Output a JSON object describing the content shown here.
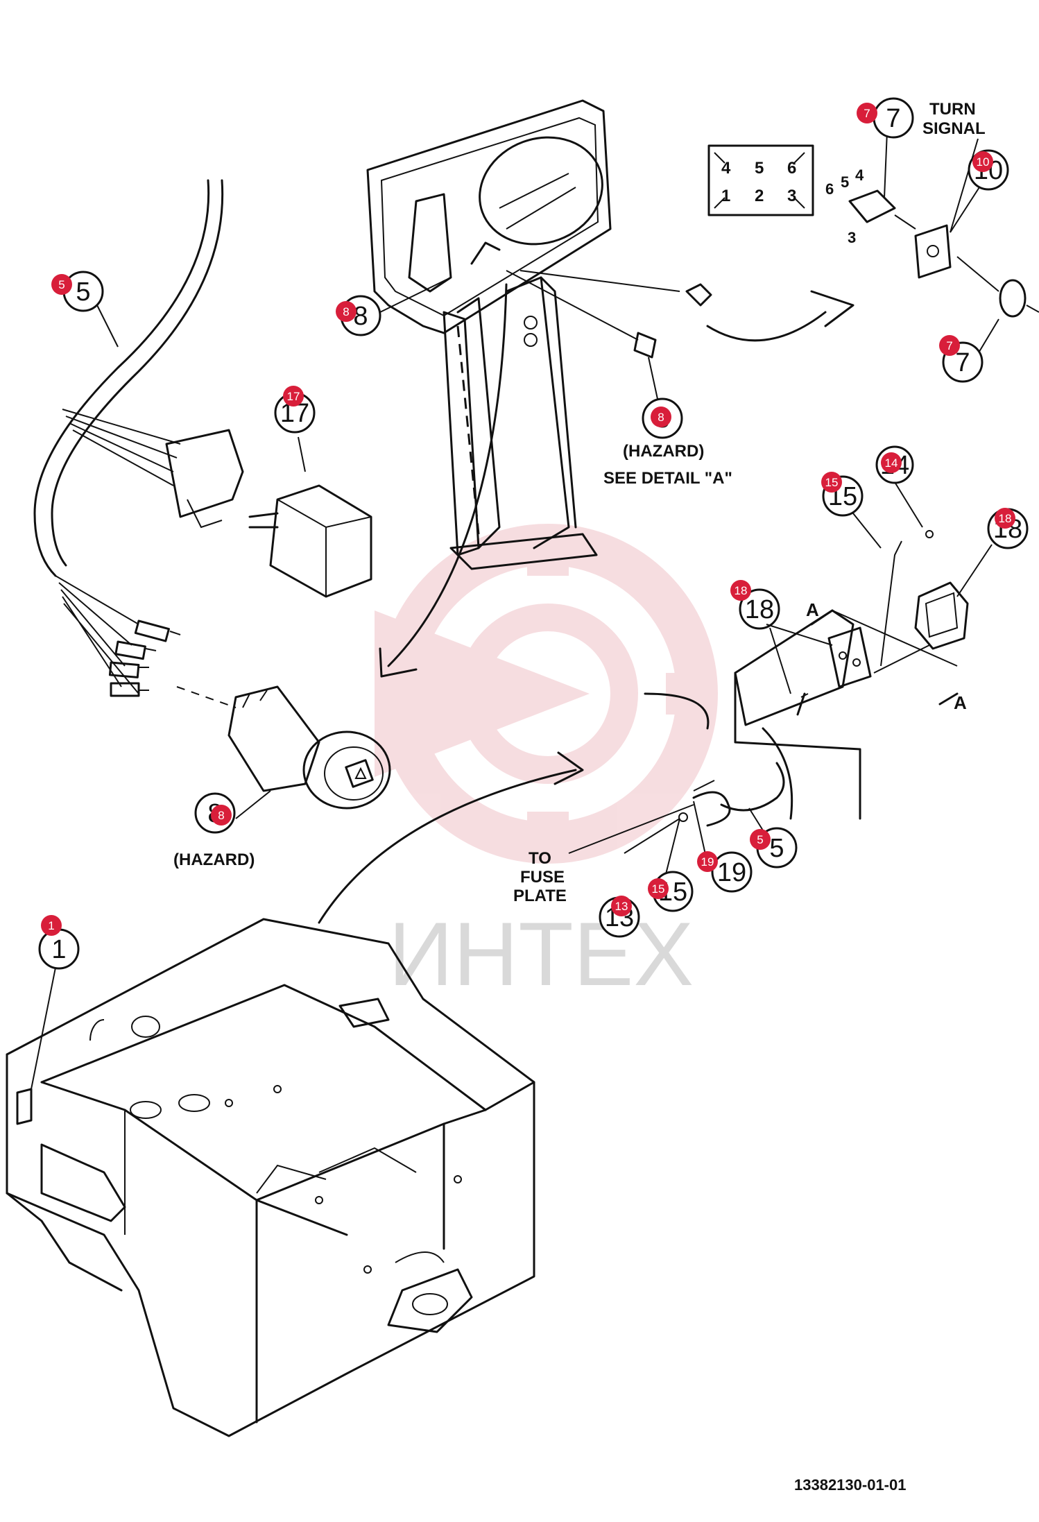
{
  "diagram": {
    "drawing_number": "13382130-01-01",
    "watermark_text": "ИНТЕХ",
    "accent_color": "#d81e3a",
    "text_labels": {
      "turn_signal": [
        "TURN",
        "SIGNAL"
      ],
      "hazard_detail": [
        "(HAZARD)",
        "SEE DETAIL \"A\""
      ],
      "hazard": "(HAZARD)",
      "fuse_plate": [
        "TO",
        "FUSE",
        "PLATE"
      ],
      "section_a": "A"
    },
    "switch_pinout": {
      "top_row": [
        "4",
        "5",
        "6"
      ],
      "bottom_row": [
        "1",
        "2",
        "3"
      ]
    },
    "switch_terminals": [
      "6",
      "5",
      "4",
      "3"
    ],
    "callouts": [
      {
        "id": "c1",
        "number": "1"
      },
      {
        "id": "c5a",
        "number": "5"
      },
      {
        "id": "c5b",
        "number": "5"
      },
      {
        "id": "c7a",
        "number": "7"
      },
      {
        "id": "c7b",
        "number": "7"
      },
      {
        "id": "c8a",
        "number": "8"
      },
      {
        "id": "c8b",
        "number": "8"
      },
      {
        "id": "c8c",
        "number": "8"
      },
      {
        "id": "c10",
        "number": "10"
      },
      {
        "id": "c13",
        "number": "13"
      },
      {
        "id": "c14",
        "number": "14"
      },
      {
        "id": "c15a",
        "number": "15"
      },
      {
        "id": "c15b",
        "number": "15"
      },
      {
        "id": "c17",
        "number": "17"
      },
      {
        "id": "c18a",
        "number": "18"
      },
      {
        "id": "c18b",
        "number": "18"
      },
      {
        "id": "c19",
        "number": "19"
      }
    ]
  }
}
